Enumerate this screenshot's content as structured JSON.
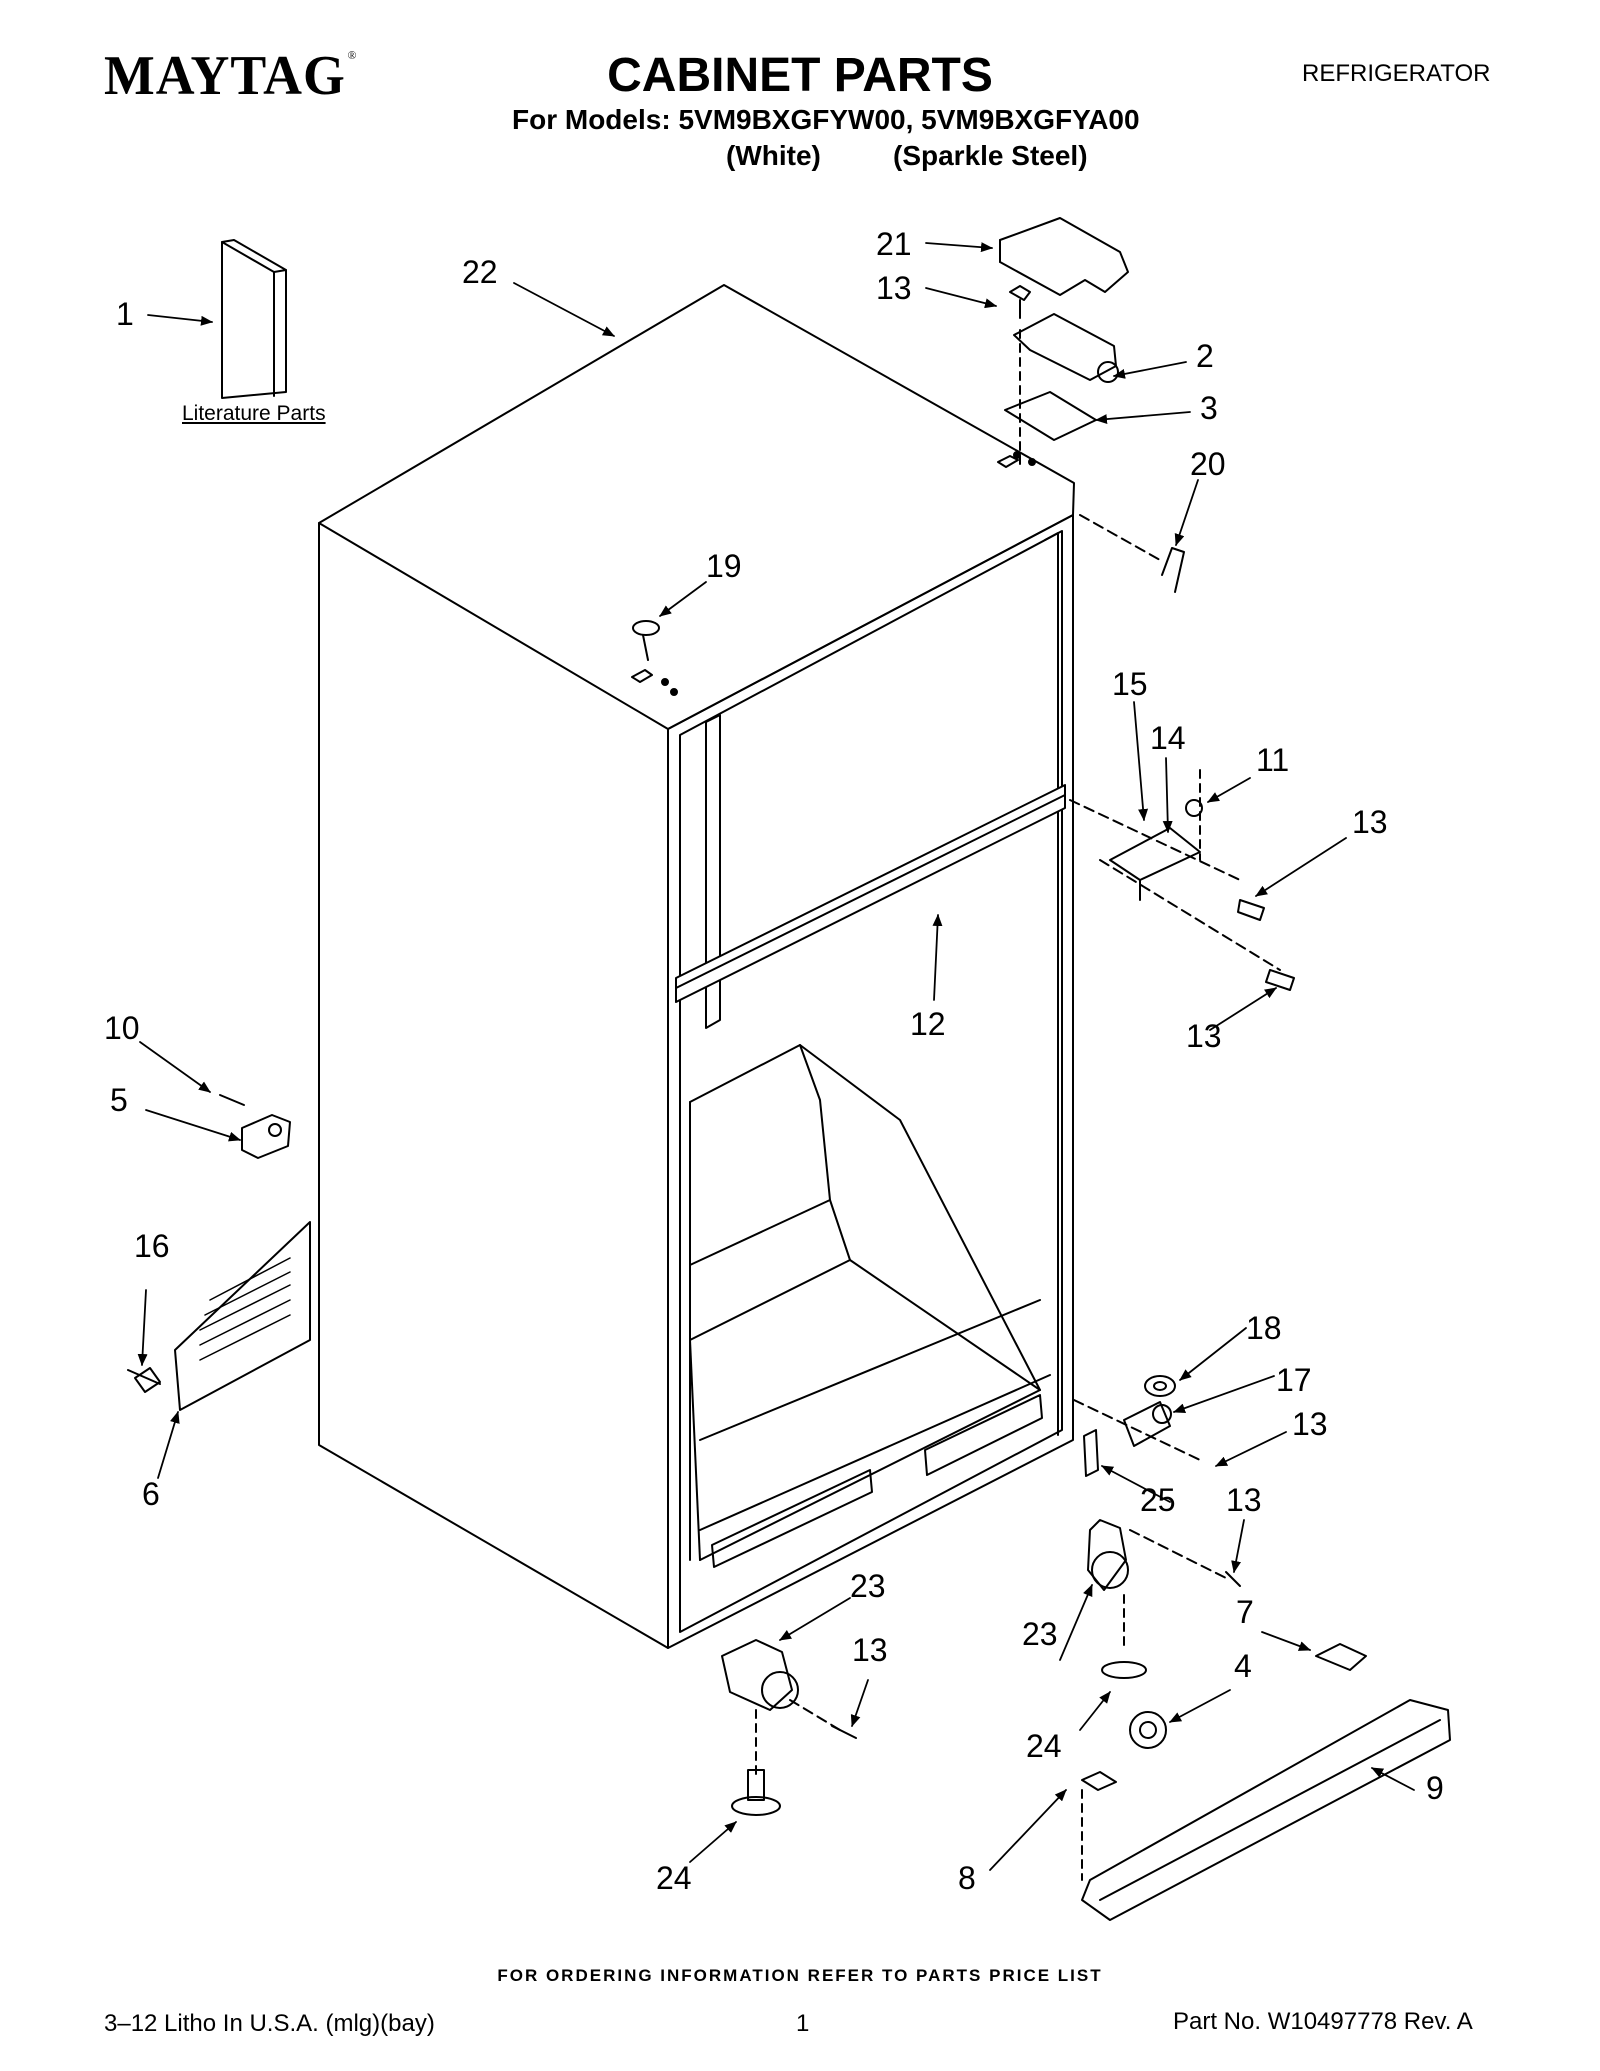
{
  "header": {
    "brand": "MAYTAG",
    "brand_mark": "®",
    "title": "CABINET PARTS",
    "models_line": "For Models: 5VM9BXGFYW00, 5VM9BXGFYA00",
    "variant_white": "(White)",
    "variant_steel": "(Sparkle Steel)",
    "category": "REFRIGERATOR"
  },
  "diagram": {
    "literature_label": "Literature Parts",
    "callouts": {
      "c1": "1",
      "c22": "22",
      "c21": "21",
      "c13a": "13",
      "c2": "2",
      "c3": "3",
      "c20": "20",
      "c19": "19",
      "c15": "15",
      "c14": "14",
      "c11": "11",
      "c13b": "13",
      "c12": "12",
      "c13c": "13",
      "c10": "10",
      "c5": "5",
      "c16": "16",
      "c6": "6",
      "c18": "18",
      "c17": "17",
      "c13d": "13",
      "c25": "25",
      "c13e": "13",
      "c23a": "23",
      "c13f": "13",
      "c23b": "23",
      "c7": "7",
      "c4": "4",
      "c24a": "24",
      "c24b": "24",
      "c8": "8",
      "c9": "9"
    }
  },
  "footer": {
    "ordering_note": "FOR ORDERING INFORMATION REFER TO PARTS PRICE LIST",
    "litho": "3–12 Litho In U.S.A. (mlg)(bay)",
    "page_number": "1",
    "part_number": "Part No. W10497778 Rev. A"
  }
}
